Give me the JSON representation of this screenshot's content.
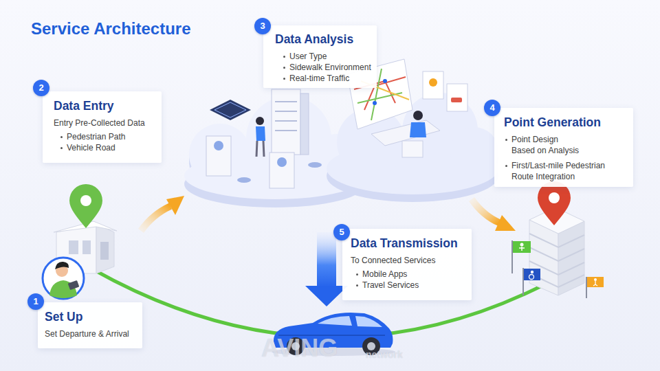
{
  "diagram": {
    "title": "Service Architecture",
    "nodes": [
      {
        "text": [
          "1",
          "Set Up",
          "Set Departure & Arrival"
        ]
      },
      {
        "text": [
          "2",
          "Data Entry",
          "Entry Pre-Collected Data",
          "Pedestrian Path",
          "Vehicle Road"
        ]
      },
      {
        "text": [
          "3",
          "Data Analysis",
          "User Type",
          "Sidewalk Environment",
          "Real-time Traffic"
        ]
      },
      {
        "text": [
          "4",
          "Point Generation",
          "Point Design Based on Analysis",
          "First/Last-mile Pedestrian Route Integration"
        ]
      },
      {
        "text": [
          "5",
          "Data Transmission",
          "To Connected Services",
          "Mobile Apps",
          "Travel Services"
        ]
      }
    ],
    "labels": [
      "AVING",
      "network"
    ]
  }
}
